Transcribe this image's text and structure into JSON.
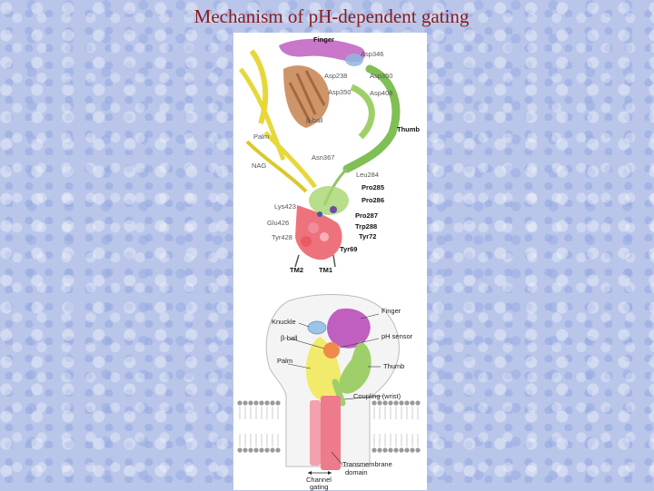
{
  "slide": {
    "title": "Mechanism of pH-dependent gating"
  },
  "top_panel": {
    "labels": {
      "finger": "Finger",
      "asp346": "Asp346",
      "asp350": "Asp350",
      "asp238": "Asp238",
      "asp408": "Asp408",
      "asp_b": "Asp350",
      "beta_ball": "β-ball",
      "thumb": "Thumb",
      "palm": "Palm",
      "nag": "NAG",
      "asn367": "Asn367",
      "leu284": "Leu284",
      "pro285": "Pro285",
      "pro286": "Pro286",
      "lys423": "Lys423",
      "pro287": "Pro287",
      "trp288": "Trp288",
      "glu426": "Glu426",
      "tyr72": "Tyr72",
      "tyr428": "Tyr428",
      "tyr69": "Tyr69",
      "tm2": "TM2",
      "tm1": "TM1"
    }
  },
  "bottom_panel": {
    "labels": {
      "finger": "Finger",
      "knuckle": "Knuckle",
      "ph_sensor": "pH sensor",
      "beta_ball": "β-ball",
      "palm": "Palm",
      "thumb": "Thumb",
      "coupling_wrist": "Coupling (wrist)",
      "transmembrane_1": "Transmembrane",
      "transmembrane_2": "domain",
      "channel": "Channel",
      "gating": "gating"
    }
  },
  "colors": {
    "title": "#8b1a1a",
    "finger": "#c05fc0",
    "knuckle": "#9ec3e8",
    "beta_ball": "#f08a4b",
    "palm": "#f2ea6a",
    "thumb": "#9fcf6a",
    "transmembrane": "#ee7b8c",
    "beta_sheet": "#c98a5b"
  }
}
